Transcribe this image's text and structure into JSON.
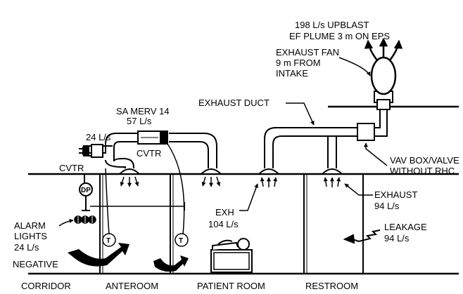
{
  "labels": {
    "upblast_flow": "198 L/s UPBLAST",
    "upblast_plume": "EF PLUME 3 m ON EPS",
    "exhaust_fan_1": "EXHAUST FAN",
    "exhaust_fan_2": "9 m FROM",
    "exhaust_fan_3": "INTAKE",
    "exhaust_duct": "EXHAUST DUCT",
    "sa_merv": "SA MERV 14",
    "sa_flow": "57 L/s",
    "flow_24": "24 L/s",
    "cvtr_upper": "CVTR",
    "cvtr_left": "CVTR",
    "vav_1": "VAV BOX/VALVE",
    "vav_2": "WITHOUT RHC",
    "exhaust_label": "EXHAUST",
    "exhaust_flow": "94 L/s",
    "exh_label": "EXH",
    "exh_flow": "104 L/s",
    "alarm_1": "ALARM",
    "alarm_2": "LIGHTS",
    "alarm_3": "24 L/s",
    "leakage_label": "LEAKAGE",
    "leakage_flow": "94 L/s",
    "negative": "NEGATIVE",
    "dp": "DP",
    "thermostat_1": "T",
    "thermostat_2": "T"
  },
  "rooms": {
    "corridor": "CORRIDOR",
    "anteroom": "ANTEROOM",
    "patient_room": "PATIENT ROOM",
    "restroom": "RESTROOM"
  }
}
